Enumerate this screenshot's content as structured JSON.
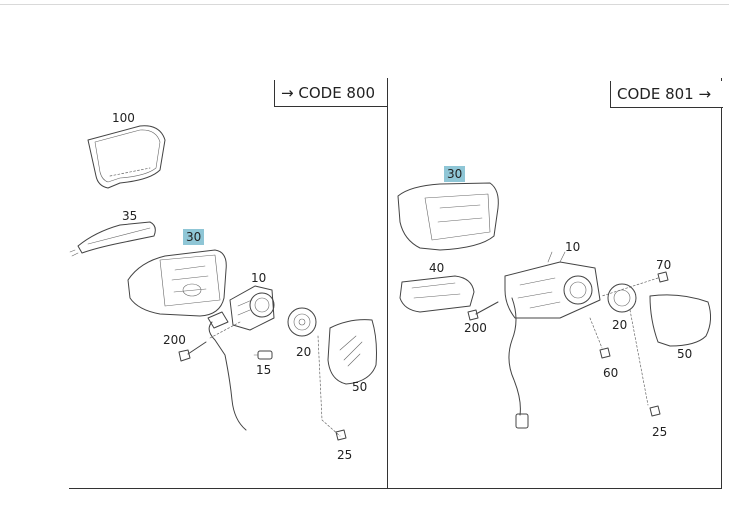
{
  "panels": {
    "left": {
      "code_label": "CODE 800"
    },
    "right": {
      "code_label": "CODE 801"
    }
  },
  "left_parts": {
    "p100": "100",
    "p35": "35",
    "p30": "30",
    "p10": "10",
    "p200": "200",
    "p15": "15",
    "p20": "20",
    "p50": "50",
    "p25": "25"
  },
  "right_parts": {
    "p30": "30",
    "p10": "10",
    "p40": "40",
    "p70": "70",
    "p200": "200",
    "p20": "20",
    "p50": "50",
    "p60": "60",
    "p25": "25"
  },
  "colors": {
    "highlight": "#8fc6d6",
    "line": "#444444"
  }
}
